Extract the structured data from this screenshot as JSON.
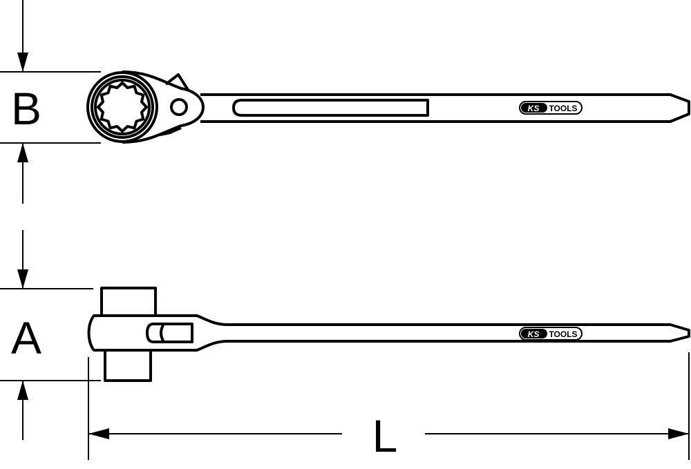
{
  "dimensions": {
    "b_label": "B",
    "a_label": "A",
    "l_label": "L"
  },
  "logo": {
    "ks": "KS",
    "tools": "TOOLS"
  },
  "colors": {
    "stroke": "#000000",
    "background": "#ffffff"
  }
}
